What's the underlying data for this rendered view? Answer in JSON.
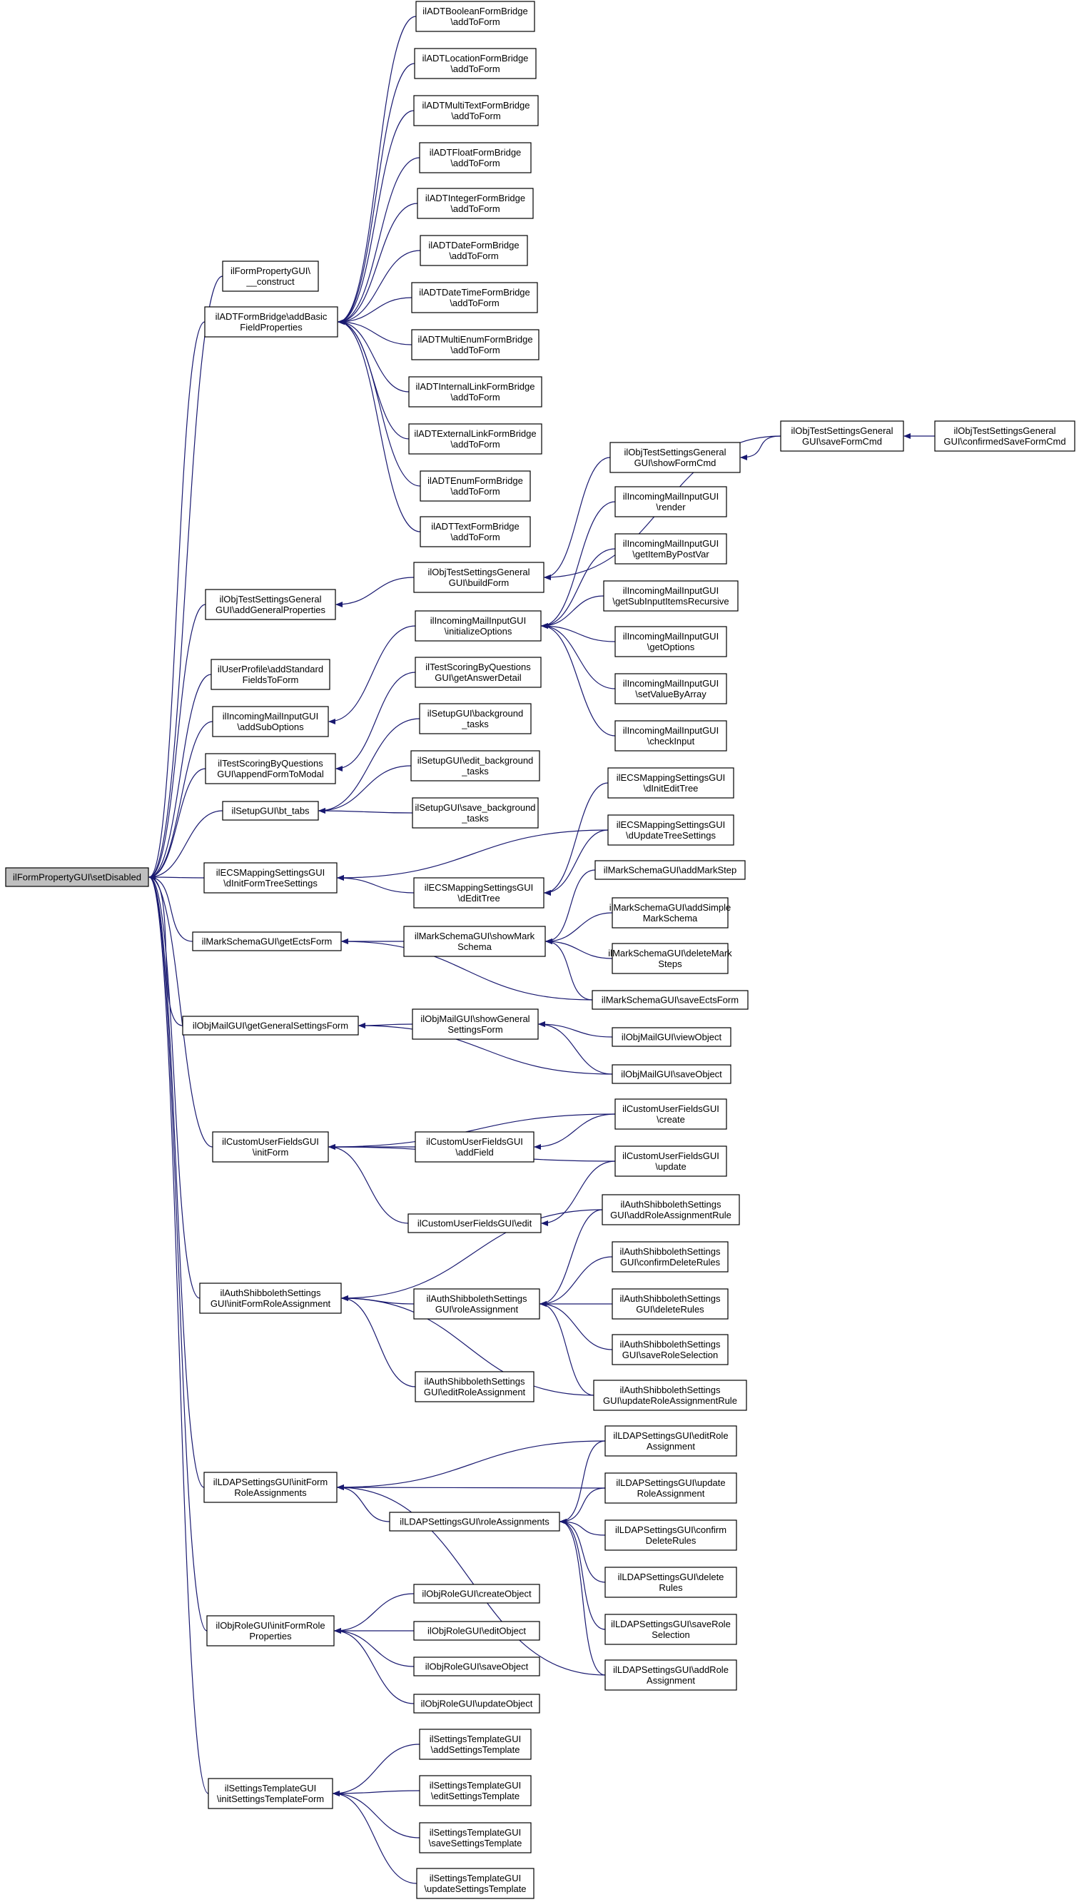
{
  "nodes": {
    "root": [
      "ilFormPropertyGUI\\setDisabled"
    ],
    "construct": [
      "ilFormPropertyGUI\\",
      "__construct"
    ],
    "adt_basic": [
      "ilADTFormBridge\\addBasic",
      "FieldProperties"
    ],
    "addGeneral": [
      "ilObjTestSettingsGeneral",
      "GUI\\addGeneralProperties"
    ],
    "userprofile": [
      "ilUserProfile\\addStandard",
      "FieldsToForm"
    ],
    "incAddSub": [
      "ilIncomingMailInputGUI",
      "\\addSubOptions"
    ],
    "scoringAppend": [
      "ilTestScoringByQuestions",
      "GUI\\appendFormToModal"
    ],
    "setupBt": [
      "ilSetupGUI\\bt_tabs"
    ],
    "ecsInit": [
      "ilECSMappingSettingsGUI",
      "\\dInitFormTreeSettings"
    ],
    "markEcts": [
      "ilMarkSchemaGUI\\getEctsForm"
    ],
    "mailGen": [
      "ilObjMailGUI\\getGeneralSettingsForm"
    ],
    "customInit": [
      "ilCustomUserFieldsGUI",
      "\\initForm"
    ],
    "shibInit": [
      "ilAuthShibbolethSettings",
      "GUI\\initFormRoleAssignment"
    ],
    "ldapInit": [
      "ilLDAPSettingsGUI\\initForm",
      "RoleAssignments"
    ],
    "roleInit": [
      "ilObjRoleGUI\\initFormRole",
      "Properties"
    ],
    "tplInit": [
      "ilSettingsTemplateGUI",
      "\\initSettingsTemplateForm"
    ],
    "adtBool": [
      "ilADTBooleanFormBridge",
      "\\addToForm"
    ],
    "adtLoc": [
      "ilADTLocationFormBridge",
      "\\addToForm"
    ],
    "adtMultiText": [
      "ilADTMultiTextFormBridge",
      "\\addToForm"
    ],
    "adtFloat": [
      "ilADTFloatFormBridge",
      "\\addToForm"
    ],
    "adtInt": [
      "ilADTIntegerFormBridge",
      "\\addToForm"
    ],
    "adtDate": [
      "ilADTDateFormBridge",
      "\\addToForm"
    ],
    "adtDateTime": [
      "ilADTDateTimeFormBridge",
      "\\addToForm"
    ],
    "adtMultiEnum": [
      "ilADTMultiEnumFormBridge",
      "\\addToForm"
    ],
    "adtIntLink": [
      "ilADTInternalLinkFormBridge",
      "\\addToForm"
    ],
    "adtExtLink": [
      "ilADTExternalLinkFormBridge",
      "\\addToForm"
    ],
    "adtEnum": [
      "ilADTEnumFormBridge",
      "\\addToForm"
    ],
    "adtText": [
      "ilADTTextFormBridge",
      "\\addToForm"
    ],
    "buildForm": [
      "ilObjTestSettingsGeneral",
      "GUI\\buildForm"
    ],
    "showFormCmd": [
      "ilObjTestSettingsGeneral",
      "GUI\\showFormCmd"
    ],
    "saveFormCmd": [
      "ilObjTestSettingsGeneral",
      "GUI\\saveFormCmd"
    ],
    "confirmedSave": [
      "ilObjTestSettingsGeneral",
      "GUI\\confirmedSaveFormCmd"
    ],
    "incInitOpt": [
      "ilIncomingMailInputGUI",
      "\\initializeOptions"
    ],
    "incRender": [
      "ilIncomingMailInputGUI",
      "\\render"
    ],
    "incGetItem": [
      "ilIncomingMailInputGUI",
      "\\getItemByPostVar"
    ],
    "incGetSub": [
      "ilIncomingMailInputGUI",
      "\\getSubInputItemsRecursive"
    ],
    "incGetOpt": [
      "ilIncomingMailInputGUI",
      "\\getOptions"
    ],
    "incSetVal": [
      "ilIncomingMailInputGUI",
      "\\setValueByArray"
    ],
    "incCheck": [
      "ilIncomingMailInputGUI",
      "\\checkInput"
    ],
    "scoringAnswer": [
      "ilTestScoringByQuestions",
      "GUI\\getAnswerDetail"
    ],
    "setupBg": [
      "ilSetupGUI\\background",
      "_tasks"
    ],
    "setupEditBg": [
      "ilSetupGUI\\edit_background",
      "_tasks"
    ],
    "setupSaveBg": [
      "ilSetupGUI\\save_background",
      "_tasks"
    ],
    "ecsEditTree": [
      "ilECSMappingSettingsGUI",
      "\\dEditTree"
    ],
    "ecsInitEdit": [
      "ilECSMappingSettingsGUI",
      "\\dInitEditTree"
    ],
    "ecsUpdate": [
      "ilECSMappingSettingsGUI",
      "\\dUpdateTreeSettings"
    ],
    "markShow": [
      "ilMarkSchemaGUI\\showMark",
      "Schema"
    ],
    "markAddStep": [
      "ilMarkSchemaGUI\\addMarkStep"
    ],
    "markAddSimple": [
      "ilMarkSchemaGUI\\addSimple",
      "MarkSchema"
    ],
    "markDelete": [
      "ilMarkSchemaGUI\\deleteMark",
      "Steps"
    ],
    "markSaveEcts": [
      "ilMarkSchemaGUI\\saveEctsForm"
    ],
    "mailShowGen": [
      "ilObjMailGUI\\showGeneral",
      "SettingsForm"
    ],
    "mailView": [
      "ilObjMailGUI\\viewObject"
    ],
    "mailSave": [
      "ilObjMailGUI\\saveObject"
    ],
    "customCreate": [
      "ilCustomUserFieldsGUI",
      "\\create"
    ],
    "customAddField": [
      "ilCustomUserFieldsGUI",
      "\\addField"
    ],
    "customUpdate": [
      "ilCustomUserFieldsGUI",
      "\\update"
    ],
    "customEdit": [
      "ilCustomUserFieldsGUI\\edit"
    ],
    "shibAddRule": [
      "ilAuthShibbolethSettings",
      "GUI\\addRoleAssignmentRule"
    ],
    "shibRoleAssign": [
      "ilAuthShibbolethSettings",
      "GUI\\roleAssignment"
    ],
    "shibConfirm": [
      "ilAuthShibbolethSettings",
      "GUI\\confirmDeleteRules"
    ],
    "shibDelete": [
      "ilAuthShibbolethSettings",
      "GUI\\deleteRules"
    ],
    "shibSaveSel": [
      "ilAuthShibbolethSettings",
      "GUI\\saveRoleSelection"
    ],
    "shibUpdateRule": [
      "ilAuthShibbolethSettings",
      "GUI\\updateRoleAssignmentRule"
    ],
    "shibEditRole": [
      "ilAuthShibbolethSettings",
      "GUI\\editRoleAssignment"
    ],
    "ldapEditRole": [
      "ilLDAPSettingsGUI\\editRole",
      "Assignment"
    ],
    "ldapUpdateRole": [
      "ilLDAPSettingsGUI\\update",
      "RoleAssignment"
    ],
    "ldapRoleAssign": [
      "ilLDAPSettingsGUI\\roleAssignments"
    ],
    "ldapConfirm": [
      "ilLDAPSettingsGUI\\confirm",
      "DeleteRules"
    ],
    "ldapDelete": [
      "ilLDAPSettingsGUI\\delete",
      "Rules"
    ],
    "ldapSaveSel": [
      "ilLDAPSettingsGUI\\saveRole",
      "Selection"
    ],
    "ldapAddRole": [
      "ilLDAPSettingsGUI\\addRole",
      "Assignment"
    ],
    "roleCreate": [
      "ilObjRoleGUI\\createObject"
    ],
    "roleEdit": [
      "ilObjRoleGUI\\editObject"
    ],
    "roleSave": [
      "ilObjRoleGUI\\saveObject"
    ],
    "roleUpdate": [
      "ilObjRoleGUI\\updateObject"
    ],
    "tplAdd": [
      "ilSettingsTemplateGUI",
      "\\addSettingsTemplate"
    ],
    "tplEdit": [
      "ilSettingsTemplateGUI",
      "\\editSettingsTemplate"
    ],
    "tplSave": [
      "ilSettingsTemplateGUI",
      "\\saveSettingsTemplate"
    ],
    "tplUpdate": [
      "ilSettingsTemplateGUI",
      "\\updateSettingsTemplate"
    ]
  },
  "edges": [
    [
      "construct",
      "root"
    ],
    [
      "adt_basic",
      "root"
    ],
    [
      "addGeneral",
      "root"
    ],
    [
      "userprofile",
      "root"
    ],
    [
      "incAddSub",
      "root"
    ],
    [
      "scoringAppend",
      "root"
    ],
    [
      "setupBt",
      "root"
    ],
    [
      "ecsInit",
      "root"
    ],
    [
      "markEcts",
      "root"
    ],
    [
      "mailGen",
      "root"
    ],
    [
      "customInit",
      "root"
    ],
    [
      "shibInit",
      "root"
    ],
    [
      "ldapInit",
      "root"
    ],
    [
      "roleInit",
      "root"
    ],
    [
      "tplInit",
      "root"
    ],
    [
      "adtBool",
      "adt_basic"
    ],
    [
      "adtLoc",
      "adt_basic"
    ],
    [
      "adtMultiText",
      "adt_basic"
    ],
    [
      "adtFloat",
      "adt_basic"
    ],
    [
      "adtInt",
      "adt_basic"
    ],
    [
      "adtDate",
      "adt_basic"
    ],
    [
      "adtDateTime",
      "adt_basic"
    ],
    [
      "adtMultiEnum",
      "adt_basic"
    ],
    [
      "adtIntLink",
      "adt_basic"
    ],
    [
      "adtExtLink",
      "adt_basic"
    ],
    [
      "adtEnum",
      "adt_basic"
    ],
    [
      "adtText",
      "adt_basic"
    ],
    [
      "buildForm",
      "addGeneral"
    ],
    [
      "showFormCmd",
      "buildForm"
    ],
    [
      "saveFormCmd",
      "buildForm"
    ],
    [
      "saveFormCmd",
      "showFormCmd"
    ],
    [
      "confirmedSave",
      "saveFormCmd"
    ],
    [
      "incInitOpt",
      "incAddSub"
    ],
    [
      "incRender",
      "incInitOpt"
    ],
    [
      "incGetItem",
      "incInitOpt"
    ],
    [
      "incGetSub",
      "incInitOpt"
    ],
    [
      "incGetOpt",
      "incInitOpt"
    ],
    [
      "incSetVal",
      "incInitOpt"
    ],
    [
      "incCheck",
      "incInitOpt"
    ],
    [
      "scoringAnswer",
      "scoringAppend"
    ],
    [
      "setupBg",
      "setupBt"
    ],
    [
      "setupEditBg",
      "setupBt"
    ],
    [
      "setupSaveBg",
      "setupBt"
    ],
    [
      "ecsEditTree",
      "ecsInit"
    ],
    [
      "ecsUpdate",
      "ecsInit"
    ],
    [
      "ecsInitEdit",
      "ecsEditTree"
    ],
    [
      "ecsUpdate",
      "ecsEditTree"
    ],
    [
      "markShow",
      "markEcts"
    ],
    [
      "markSaveEcts",
      "markEcts"
    ],
    [
      "markAddStep",
      "markShow"
    ],
    [
      "markAddSimple",
      "markShow"
    ],
    [
      "markDelete",
      "markShow"
    ],
    [
      "markSaveEcts",
      "markShow"
    ],
    [
      "mailShowGen",
      "mailGen"
    ],
    [
      "mailSave",
      "mailGen"
    ],
    [
      "mailView",
      "mailShowGen"
    ],
    [
      "mailSave",
      "mailShowGen"
    ],
    [
      "customCreate",
      "customInit"
    ],
    [
      "customAddField",
      "customInit"
    ],
    [
      "customUpdate",
      "customInit"
    ],
    [
      "customEdit",
      "customInit"
    ],
    [
      "customCreate",
      "customAddField"
    ],
    [
      "customUpdate",
      "customEdit"
    ],
    [
      "shibAddRule",
      "shibInit"
    ],
    [
      "shibRoleAssign",
      "shibInit"
    ],
    [
      "shibUpdateRule",
      "shibInit"
    ],
    [
      "shibEditRole",
      "shibInit"
    ],
    [
      "shibAddRule",
      "shibRoleAssign"
    ],
    [
      "shibConfirm",
      "shibRoleAssign"
    ],
    [
      "shibDelete",
      "shibRoleAssign"
    ],
    [
      "shibSaveSel",
      "shibRoleAssign"
    ],
    [
      "shibUpdateRule",
      "shibRoleAssign"
    ],
    [
      "ldapEditRole",
      "ldapInit"
    ],
    [
      "ldapUpdateRole",
      "ldapInit"
    ],
    [
      "ldapRoleAssign",
      "ldapInit"
    ],
    [
      "ldapAddRole",
      "ldapInit"
    ],
    [
      "ldapEditRole",
      "ldapRoleAssign"
    ],
    [
      "ldapUpdateRole",
      "ldapRoleAssign"
    ],
    [
      "ldapConfirm",
      "ldapRoleAssign"
    ],
    [
      "ldapDelete",
      "ldapRoleAssign"
    ],
    [
      "ldapSaveSel",
      "ldapRoleAssign"
    ],
    [
      "ldapAddRole",
      "ldapRoleAssign"
    ],
    [
      "roleCreate",
      "roleInit"
    ],
    [
      "roleEdit",
      "roleInit"
    ],
    [
      "roleSave",
      "roleInit"
    ],
    [
      "roleUpdate",
      "roleInit"
    ],
    [
      "tplAdd",
      "tplInit"
    ],
    [
      "tplEdit",
      "tplInit"
    ],
    [
      "tplSave",
      "tplInit"
    ],
    [
      "tplUpdate",
      "tplInit"
    ]
  ],
  "colors": {
    "edge": "#191970",
    "root_fill": "#bfbfbf",
    "node_fill": "#ffffff",
    "node_border": "#000000"
  }
}
